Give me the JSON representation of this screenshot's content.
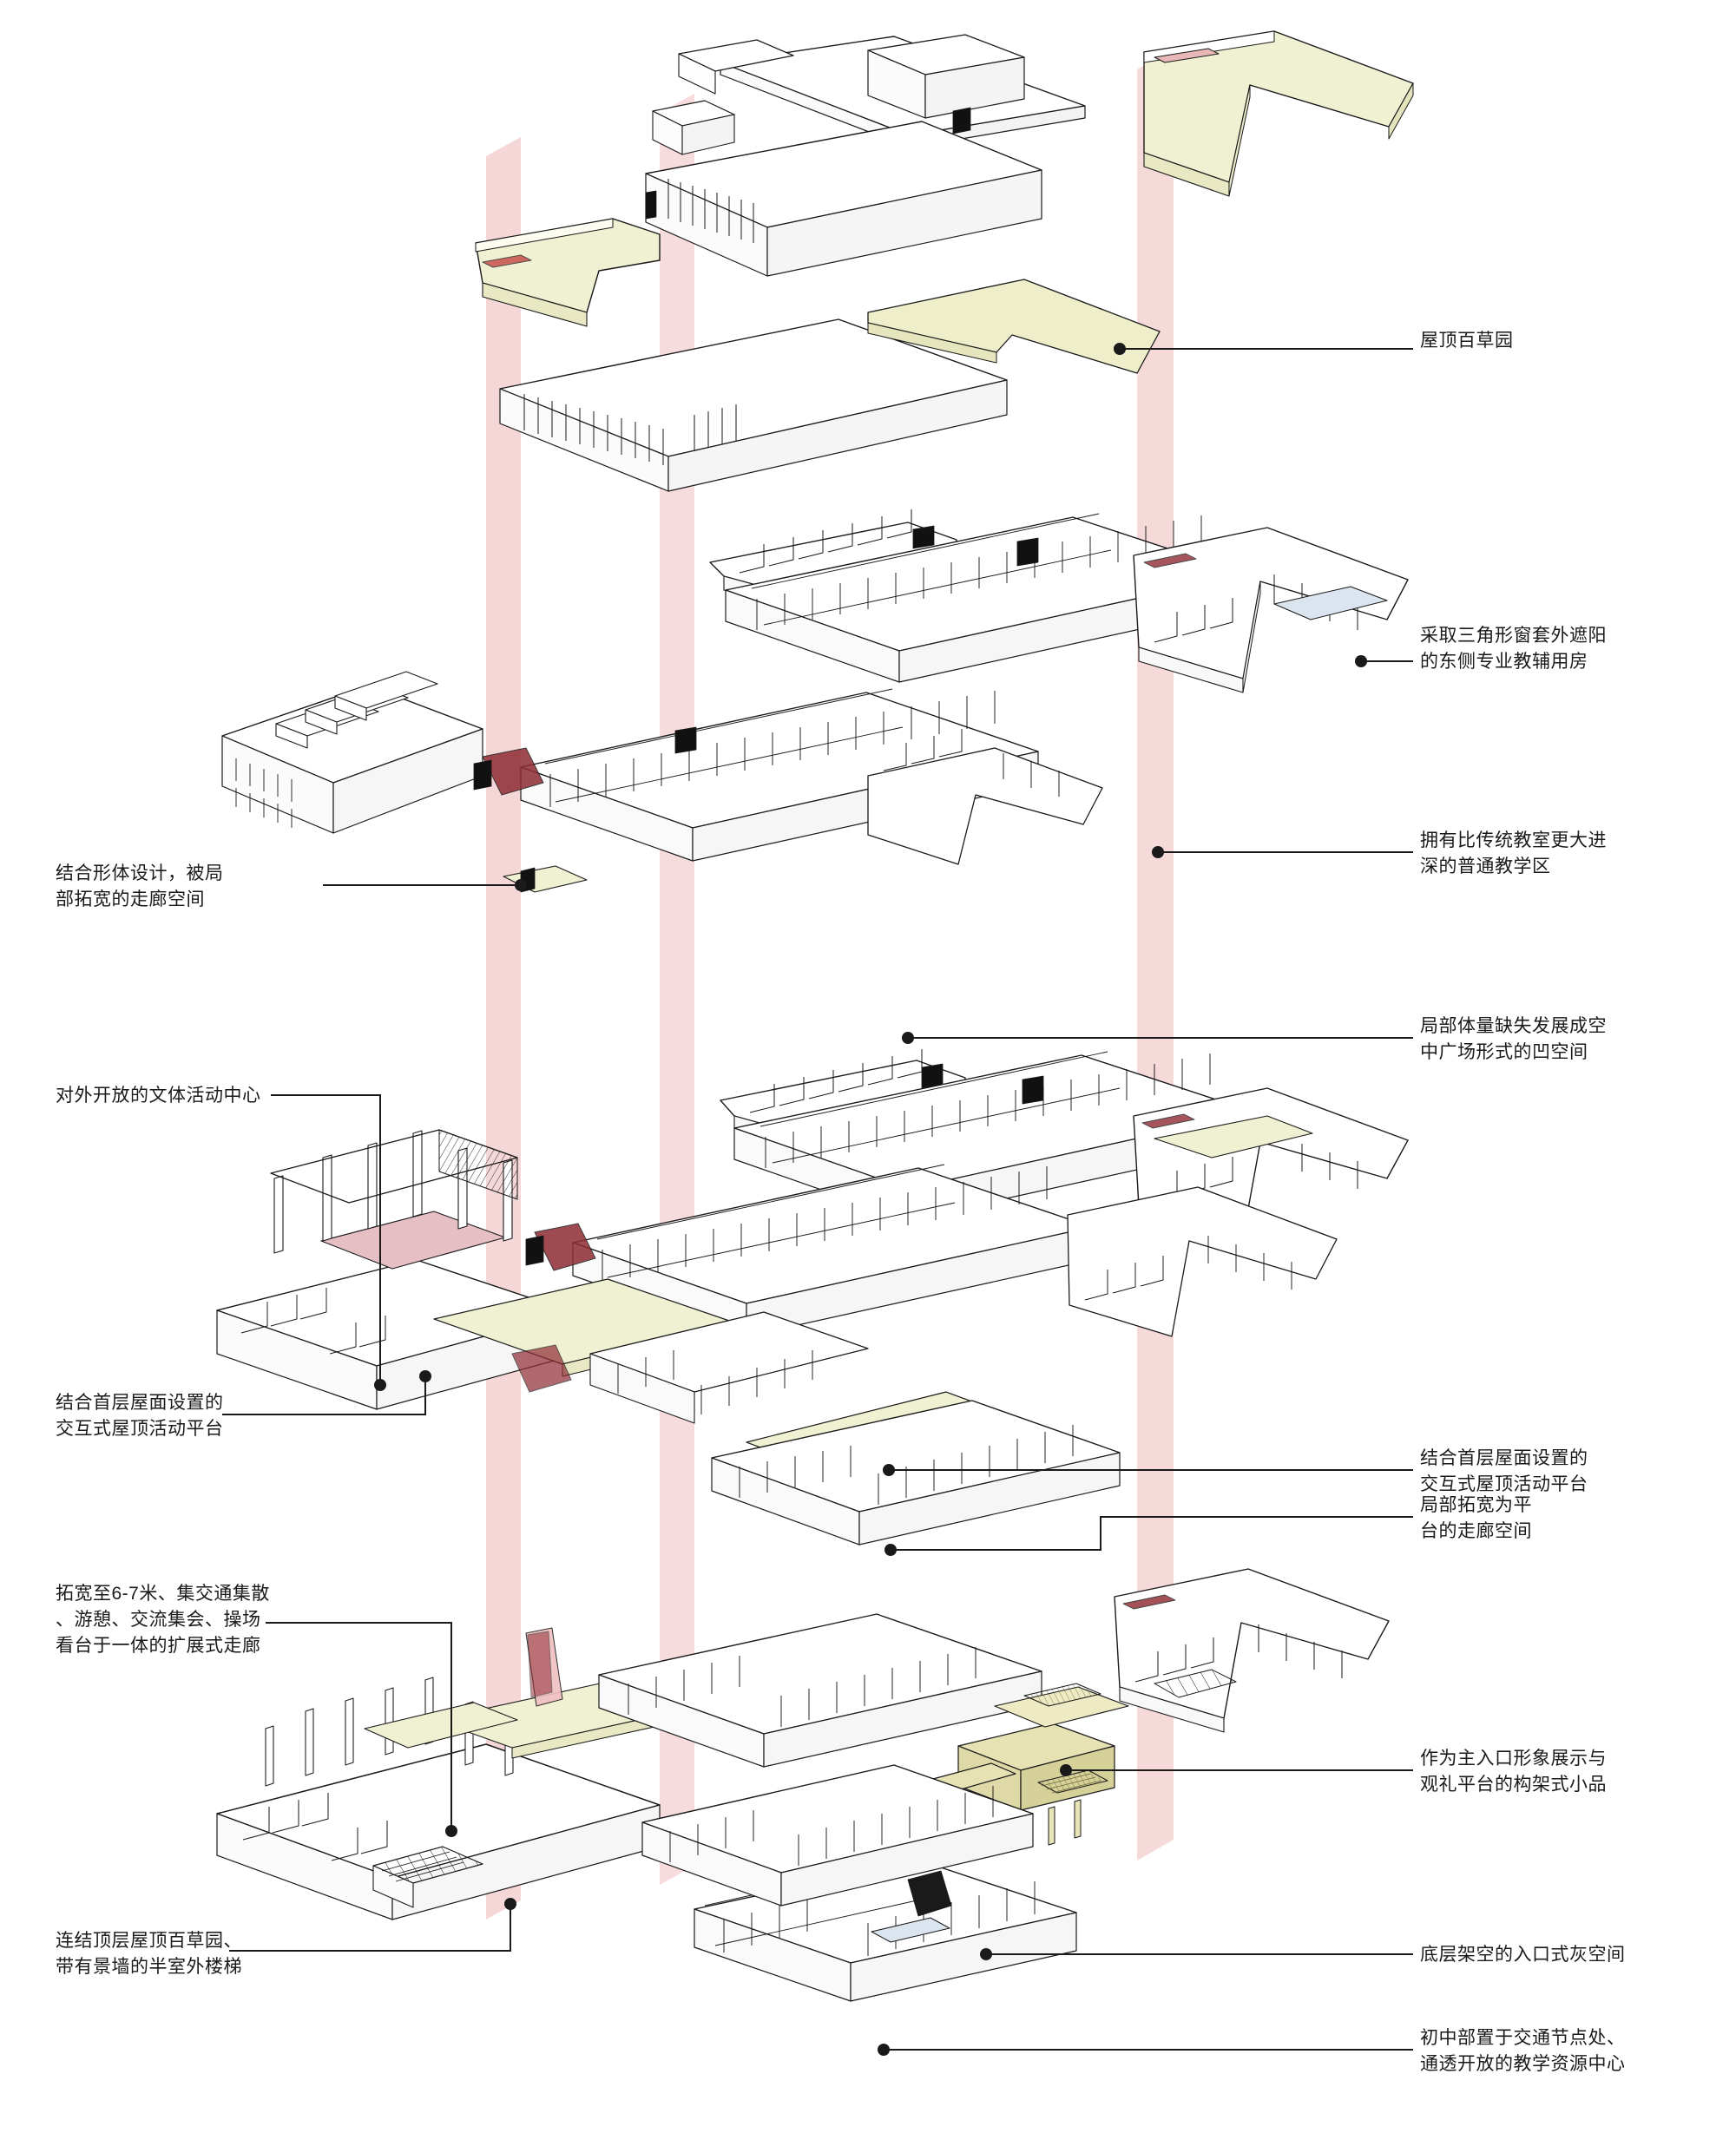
{
  "diagram": {
    "type": "exploded-axonometric",
    "title": "",
    "subject": "school-complex-layered-axonometric",
    "level_count": 4,
    "colors": {
      "line": "#1a1a1a",
      "paper": "#ffffff",
      "roof_garden": "#f0f0d2",
      "roof_garden_2": "#eeeecb",
      "circulation_core": "#efbfc0",
      "circulation_core_dark": "#8f2b33",
      "sports_hall_floor": "#e5bfc4",
      "entrance_pavilion": "#e6e2b4",
      "glazing": "#dbe5f0",
      "solid_wall": "#111111",
      "callout_line": "#1a1a1a"
    },
    "legend_note": ""
  },
  "annotations_right": [
    {
      "id": "r1",
      "text": "屋顶百草园"
    },
    {
      "id": "r2",
      "text": "采取三角形窗套外遮阳\n的东侧专业教辅用房"
    },
    {
      "id": "r3",
      "text": "拥有比传统教室更大进\n深的普通教学区"
    },
    {
      "id": "r4",
      "text": "局部体量缺失发展成空\n中广场形式的凹空间"
    },
    {
      "id": "r5",
      "text": "结合首层屋面设置的\n交互式屋顶活动平台"
    },
    {
      "id": "r6",
      "text": "局部拓宽为平\n台的走廊空间"
    },
    {
      "id": "r7",
      "text": "作为主入口形象展示与\n观礼平台的构架式小品"
    },
    {
      "id": "r8",
      "text": "底层架空的入口式灰空间"
    },
    {
      "id": "r9",
      "text": "初中部置于交通节点处、\n通透开放的教学资源中心"
    }
  ],
  "annotations_left": [
    {
      "id": "l1",
      "text": "结合形体设计，被局\n部拓宽的走廊空间"
    },
    {
      "id": "l2",
      "text": "对外开放的文体活动中心"
    },
    {
      "id": "l3",
      "text": "结合首层屋面设置的\n交互式屋顶活动平台"
    },
    {
      "id": "l4",
      "text": "拓宽至6-7米、集交通集散\n、游憩、交流集会、操场\n看台于一体的扩展式走廊"
    },
    {
      "id": "l5",
      "text": "连结顶层屋顶百草园、\n带有景墙的半室外楼梯"
    }
  ]
}
